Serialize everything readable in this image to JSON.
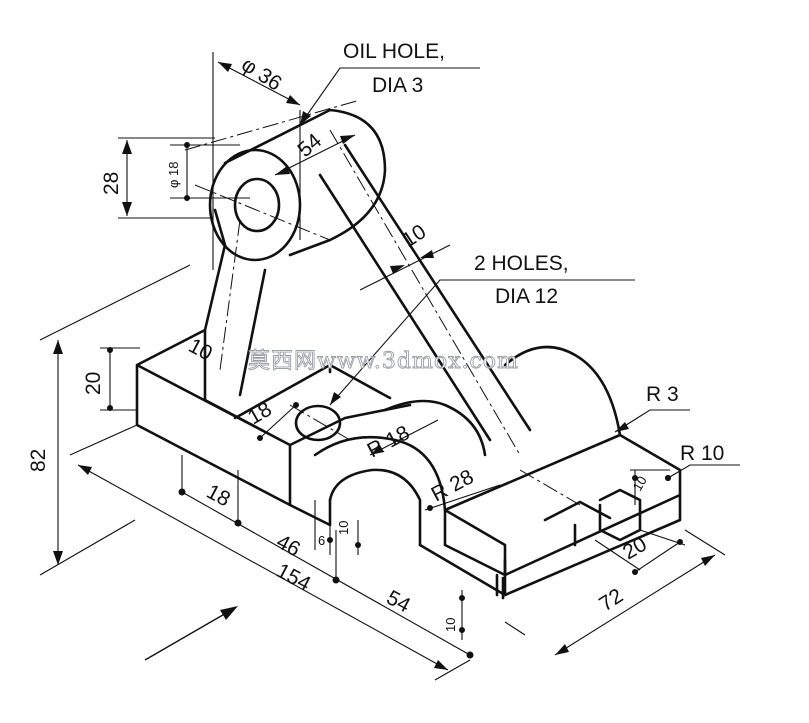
{
  "notes": {
    "oil_hole_line1": "OIL HOLE,",
    "oil_hole_line2": "DIA 3",
    "holes_line1": "2 HOLES,",
    "holes_line2": "DIA 12"
  },
  "dimensions": {
    "phi36": "φ 36",
    "phi18": "φ 18",
    "d28": "28",
    "d54_arm": "54",
    "d10_arm": "10",
    "d10_leftarm": "10",
    "d20": "20",
    "d82": "82",
    "d18_hole": "18",
    "d18_base": "18",
    "r18": "R 18",
    "r28": "R 28",
    "r3": "R 3",
    "r10": "R 10",
    "d46": "46",
    "d6": "6",
    "d10_slot": "10",
    "d154": "154",
    "d54_base": "54",
    "d10_thick": "10",
    "d10_step": "10",
    "d20_step": "20",
    "d72": "72"
  },
  "watermark": "莫西网www.3dmox.com"
}
